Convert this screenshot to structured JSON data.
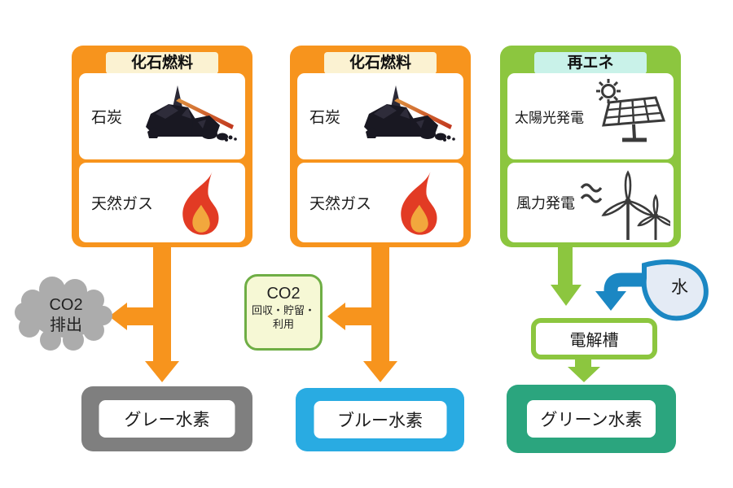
{
  "diagram": {
    "columns": [
      {
        "header": "化石燃料",
        "sources": [
          {
            "label": "石炭"
          },
          {
            "label": "天然ガス"
          }
        ],
        "result": "グレー水素"
      },
      {
        "header": "化石燃料",
        "sources": [
          {
            "label": "石炭"
          },
          {
            "label": "天然ガス"
          }
        ],
        "result": "ブルー水素"
      },
      {
        "header": "再エネ",
        "sources": [
          {
            "label": "太陽光発電"
          },
          {
            "label": "風力発電"
          }
        ],
        "result": "グリーン水素"
      }
    ],
    "co2_emission_cloud": {
      "line1": "CO2",
      "line2": "排出"
    },
    "ccus_box": {
      "line1": "CO2",
      "line2": "回収・貯留・",
      "line3": "利用"
    },
    "water_drop": {
      "label": "水"
    },
    "electrolyzer": {
      "label": "電解槽"
    }
  },
  "colors": {
    "fossil_orange": "#F7941D",
    "fossil_header_bg": "#FBF2D2",
    "renewable_green": "#8CC63F",
    "renewable_header_bg": "#C9F2E9",
    "gray_hydrogen": "#7F7F7F",
    "blue_hydrogen": "#29ABE2",
    "green_hydrogen": "#2BA57E",
    "co2_cloud_gray": "#ACACAC",
    "ccus_fill": "#F6F8D5",
    "ccus_border": "#6FAE45",
    "water_blue": "#1B87C3",
    "water_fill": "#E4EBF5",
    "flame_red": "#E23B24",
    "flame_inner": "#F2A73D"
  }
}
